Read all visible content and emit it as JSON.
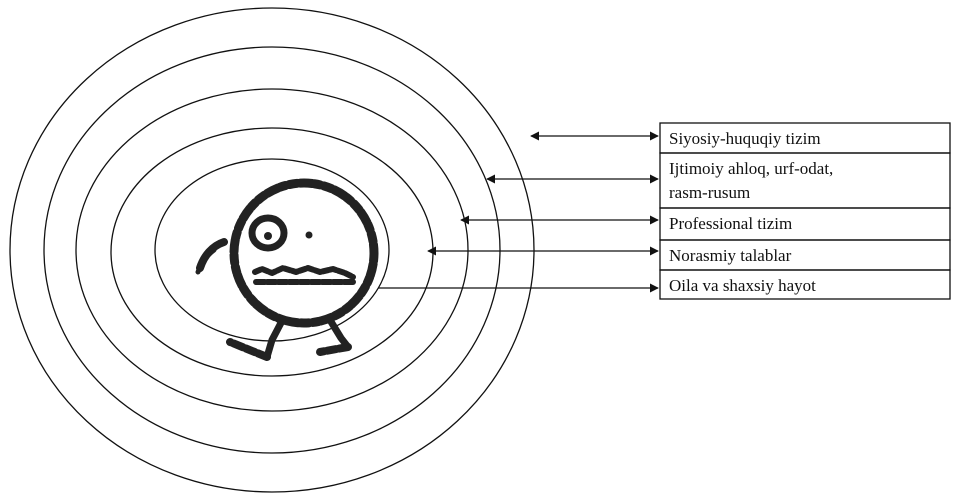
{
  "layers": [
    {
      "label": "Siyosiy-huquqiy tizim"
    },
    {
      "label": "Ijtimoiy ahloq, urf-odat,",
      "label2": "rasm-rusum"
    },
    {
      "label": "Professional tizim"
    },
    {
      "label": "Norasmiy talablar"
    },
    {
      "label": "Oila va shaxsiy hayot"
    }
  ],
  "colors": {
    "line": "#111111",
    "figure": "#222222",
    "background": "#ffffff"
  },
  "icons": {
    "center": "person-figure-icon"
  }
}
